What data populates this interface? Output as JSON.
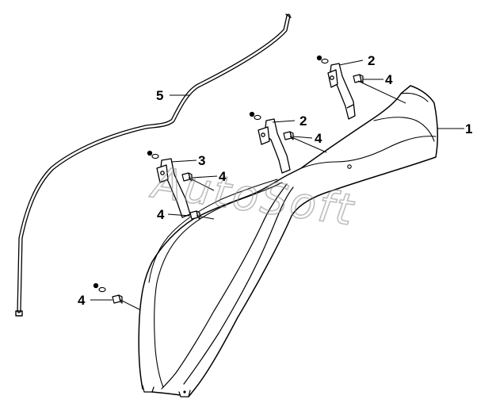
{
  "watermark": "AutoSoft",
  "callouts": {
    "fender": "1",
    "washer_upper": "2",
    "washer_middle": "2",
    "washer_left": "3",
    "clip_upper": "4",
    "clip_middle": "4",
    "clip_left_upper": "4",
    "clip_left_lower": "4",
    "clip_bottom": "4",
    "rod": "5"
  },
  "colors": {
    "line": "#000000",
    "fill": "#ffffff",
    "watermark": "#8a8a8a"
  }
}
